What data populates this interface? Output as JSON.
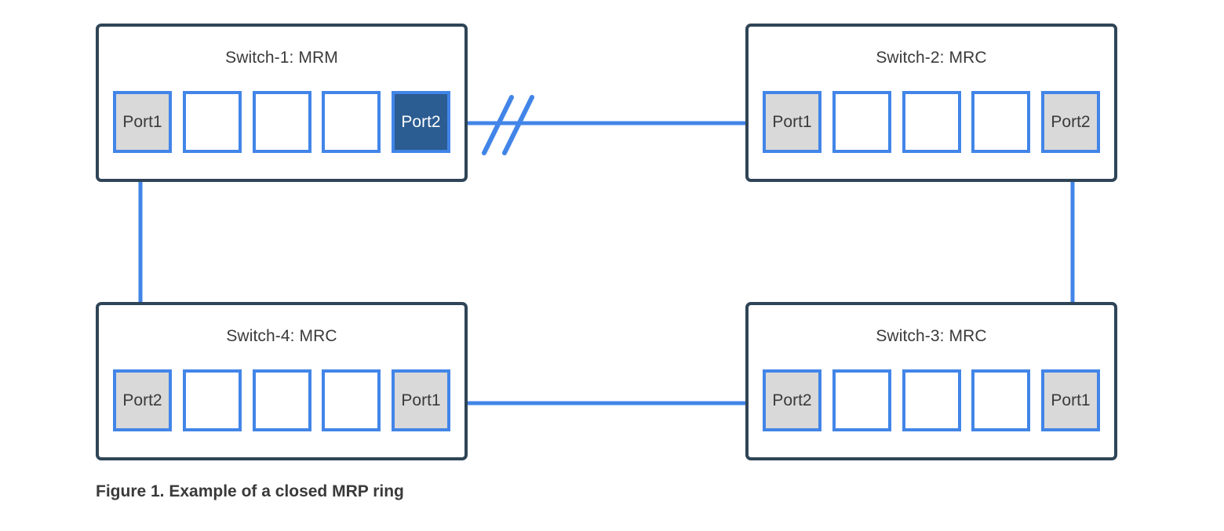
{
  "figure": {
    "caption": "Figure 1. Example of a closed MRP ring"
  },
  "colors": {
    "chassis_border": "#2F4557",
    "port_border": "#4285E8",
    "link_line": "#4285E8",
    "port_active_fill": "#D9D9D9",
    "port_blocked_fill": "#2B5C92",
    "port_empty_fill": "#FFFFFF",
    "text": "#3A3A3A",
    "background": "#FFFFFF"
  },
  "switches": [
    {
      "id": "switch-1",
      "title": "Switch-1: MRM",
      "role": "MRM",
      "ports": [
        {
          "label": "Port1",
          "state": "active"
        },
        {
          "label": "",
          "state": "empty"
        },
        {
          "label": "",
          "state": "empty"
        },
        {
          "label": "",
          "state": "empty"
        },
        {
          "label": "Port2",
          "state": "blocked"
        }
      ]
    },
    {
      "id": "switch-2",
      "title": "Switch-2: MRC",
      "role": "MRC",
      "ports": [
        {
          "label": "Port1",
          "state": "active"
        },
        {
          "label": "",
          "state": "empty"
        },
        {
          "label": "",
          "state": "empty"
        },
        {
          "label": "",
          "state": "empty"
        },
        {
          "label": "Port2",
          "state": "active"
        }
      ]
    },
    {
      "id": "switch-4",
      "title": "Switch-4: MRC",
      "role": "MRC",
      "ports": [
        {
          "label": "Port2",
          "state": "active"
        },
        {
          "label": "",
          "state": "empty"
        },
        {
          "label": "",
          "state": "empty"
        },
        {
          "label": "",
          "state": "empty"
        },
        {
          "label": "Port1",
          "state": "active"
        }
      ]
    },
    {
      "id": "switch-3",
      "title": "Switch-3: MRC",
      "role": "MRC",
      "ports": [
        {
          "label": "Port2",
          "state": "active"
        },
        {
          "label": "",
          "state": "empty"
        },
        {
          "label": "",
          "state": "empty"
        },
        {
          "label": "",
          "state": "empty"
        },
        {
          "label": "Port1",
          "state": "active"
        }
      ]
    }
  ],
  "links": [
    {
      "id": "link-s1p2-s2p1",
      "from": "Switch-1 Port2",
      "to": "Switch-2 Port1",
      "orientation": "horizontal",
      "blocked": true
    },
    {
      "id": "link-s1p1-s4p2",
      "from": "Switch-1 Port1",
      "to": "Switch-4 Port2",
      "orientation": "vertical",
      "blocked": false
    },
    {
      "id": "link-s2p2-s3p1",
      "from": "Switch-2 Port2",
      "to": "Switch-3 Port1",
      "orientation": "vertical",
      "blocked": false
    },
    {
      "id": "link-s4p1-s3p2",
      "from": "Switch-4 Port1",
      "to": "Switch-3 Port2",
      "orientation": "horizontal",
      "blocked": false
    }
  ],
  "blocked_marker": {
    "name": "blocked-link-marker",
    "description": "double slash"
  }
}
